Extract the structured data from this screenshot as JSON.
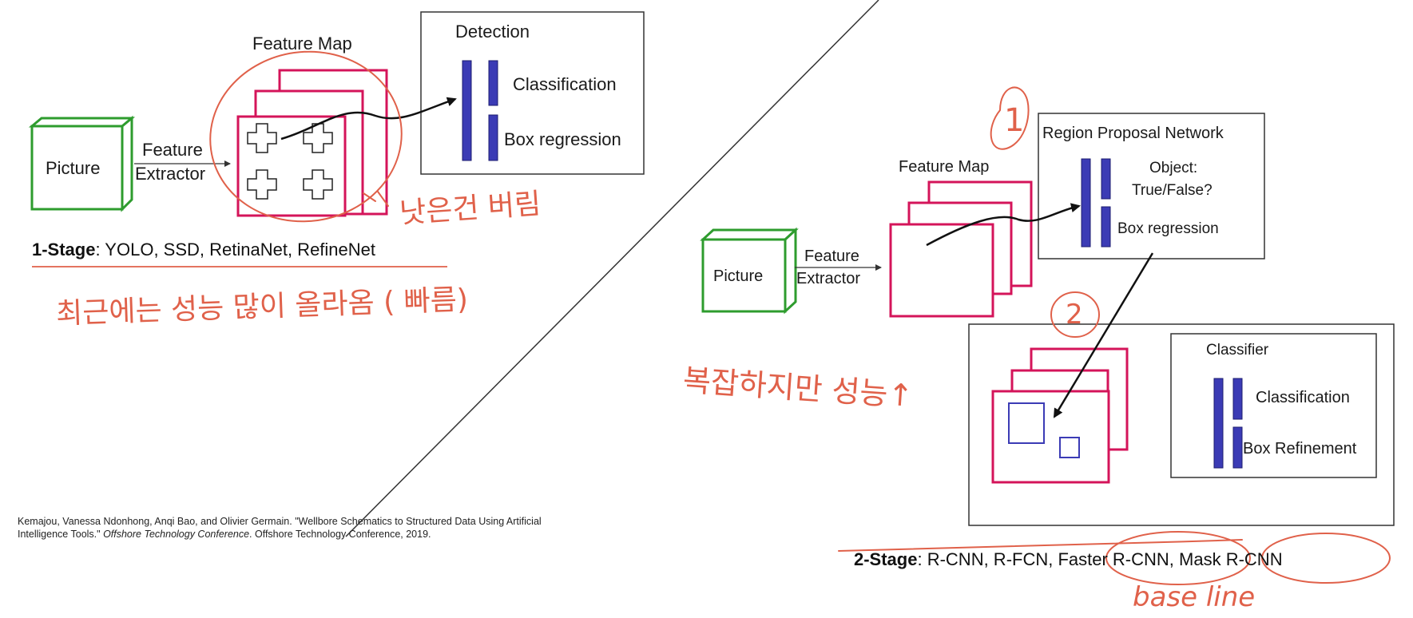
{
  "one_stage": {
    "picture_label": "Picture",
    "extractor_label_1": "Feature",
    "extractor_label_2": "Extractor",
    "feature_map_label": "Feature Map",
    "detection_title": "Detection",
    "classification_label": "Classification",
    "box_regression_label": "Box regression",
    "stage_title": "1-Stage",
    "stage_models": ": YOLO, SSD, RetinaNet, RefineNet"
  },
  "two_stage": {
    "feature_map_label": "Feature Map",
    "picture_label": "Picture",
    "extractor_label_1": "Feature",
    "extractor_label_2": "Extractor",
    "rpn_title": "Region Proposal Network",
    "object_label_1": "Object:",
    "object_label_2": "True/False?",
    "box_regression_label": "Box regression",
    "classifier_title": "Classifier",
    "classification_label": "Classification",
    "box_refinement_label": "Box Refinement",
    "stage_title": "2-Stage",
    "stage_models": ": R-CNN, R-FCN, Faster R-CNN, Mask R-CNN"
  },
  "citation": {
    "line1": "Kemajou, Vanessa Ndonhong, Anqi Bao, and Olivier Germain. \"Wellbore Schematics to Structured Data Using Artificial",
    "line2_prefix": "Intelligence Tools.\" ",
    "line2_italic": "Offshore Technology Conference",
    "line2_suffix": ". Offshore Technology Conference, 2019."
  },
  "handwriting": {
    "grid_note": "낫은건 버림",
    "one_stage_note": "최근에는 성능 많이 올라옴 ( 빠름)",
    "two_stage_note": "복잡하지만 성능↑",
    "step_1": "1",
    "step_2": "2",
    "baseline_note": "base line"
  },
  "colors": {
    "picture_box": "#2e9c2e",
    "feature_map": "#d4145a",
    "vector_bar": "#3b3bb5",
    "annotation": "#e0614a",
    "frame": "#333333"
  }
}
